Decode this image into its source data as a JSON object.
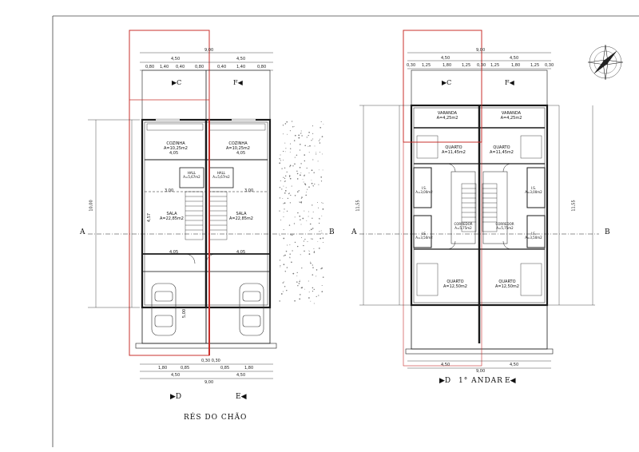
{
  "sheet": {
    "ground_floor": {
      "title": "RÉS DO CHÃO",
      "section_left": "A",
      "section_right": "B",
      "mark_d": "D",
      "mark_e": "E",
      "mark_c": "C",
      "mark_f": "F",
      "rooms": [
        {
          "name": "COZINHA",
          "area": "A=10,25m2"
        },
        {
          "name": "COZINHA",
          "area": "A=10,25m2"
        },
        {
          "name": "HALL",
          "area": "A=5,67m2"
        },
        {
          "name": "HALL",
          "area": "A=5,67m2"
        },
        {
          "name": "SALA",
          "area": "A=22,85m2"
        },
        {
          "name": "SALA",
          "area": "A=22,85m2"
        }
      ],
      "dims": {
        "top_total": "9,00",
        "top_half_left": "4,50",
        "top_half_right": "4,50",
        "top_parts": [
          "0,80",
          "1,40",
          "0,40",
          "0,80",
          "0,40",
          "1,40",
          "0,80"
        ],
        "depth": "10,00",
        "room_width": "4,05",
        "hall_width": "3,00",
        "sala_depth": "4,57",
        "garage_depth": "5,00",
        "bottom_total": "9,00",
        "bottom_half_left": "4,50",
        "bottom_half_right": "4,50",
        "bottom_parts": [
          "1,80",
          "0,85",
          "0,85",
          "1,80"
        ],
        "gap": "0,30 0,30"
      }
    },
    "first_floor": {
      "title": "1° ANDAR",
      "section_left": "A",
      "section_right": "B",
      "mark_d": "D",
      "mark_e": "E",
      "mark_c": "C",
      "mark_f": "F",
      "rooms": [
        {
          "name": "VARANDA",
          "area": "A=4,25m2"
        },
        {
          "name": "VARANDA",
          "area": "A=4,25m2"
        },
        {
          "name": "QUARTO",
          "area": "A=11,45m2"
        },
        {
          "name": "QUARTO",
          "area": "A=11,45m2"
        },
        {
          "name": "I.S.",
          "area": "A=3,00m2"
        },
        {
          "name": "I.S.",
          "area": "A=3,00m2"
        },
        {
          "name": "CORREDOR",
          "area": "A=5,75m2"
        },
        {
          "name": "CORREDOR",
          "area": "A=5,75m2"
        },
        {
          "name": "I.S.",
          "area": "A=3,50m2"
        },
        {
          "name": "I.S.",
          "area": "A=3,50m2"
        },
        {
          "name": "QUARTO",
          "area": "A=12,50m2"
        },
        {
          "name": "QUARTO",
          "area": "A=12,50m2"
        }
      ],
      "dims": {
        "top_total": "9,00",
        "top_half_left": "4,50",
        "top_half_right": "4,50",
        "top_parts": [
          "0,30",
          "1,25",
          "1,80",
          "1,25",
          "0,30",
          "1,25",
          "1,80",
          "1,25",
          "0,30"
        ],
        "depth": "11,55",
        "depth_right": "11,55",
        "bottom_total": "9,00",
        "bottom_half_left": "4,50",
        "bottom_half_right": "4,50"
      }
    }
  },
  "colors": {
    "line": "#222222",
    "wall": "#1a1a1a",
    "highlight": "#c8302c",
    "hatch": "#777777"
  },
  "icons": {
    "north": "compass-rose-icon",
    "car": "car-icon"
  }
}
